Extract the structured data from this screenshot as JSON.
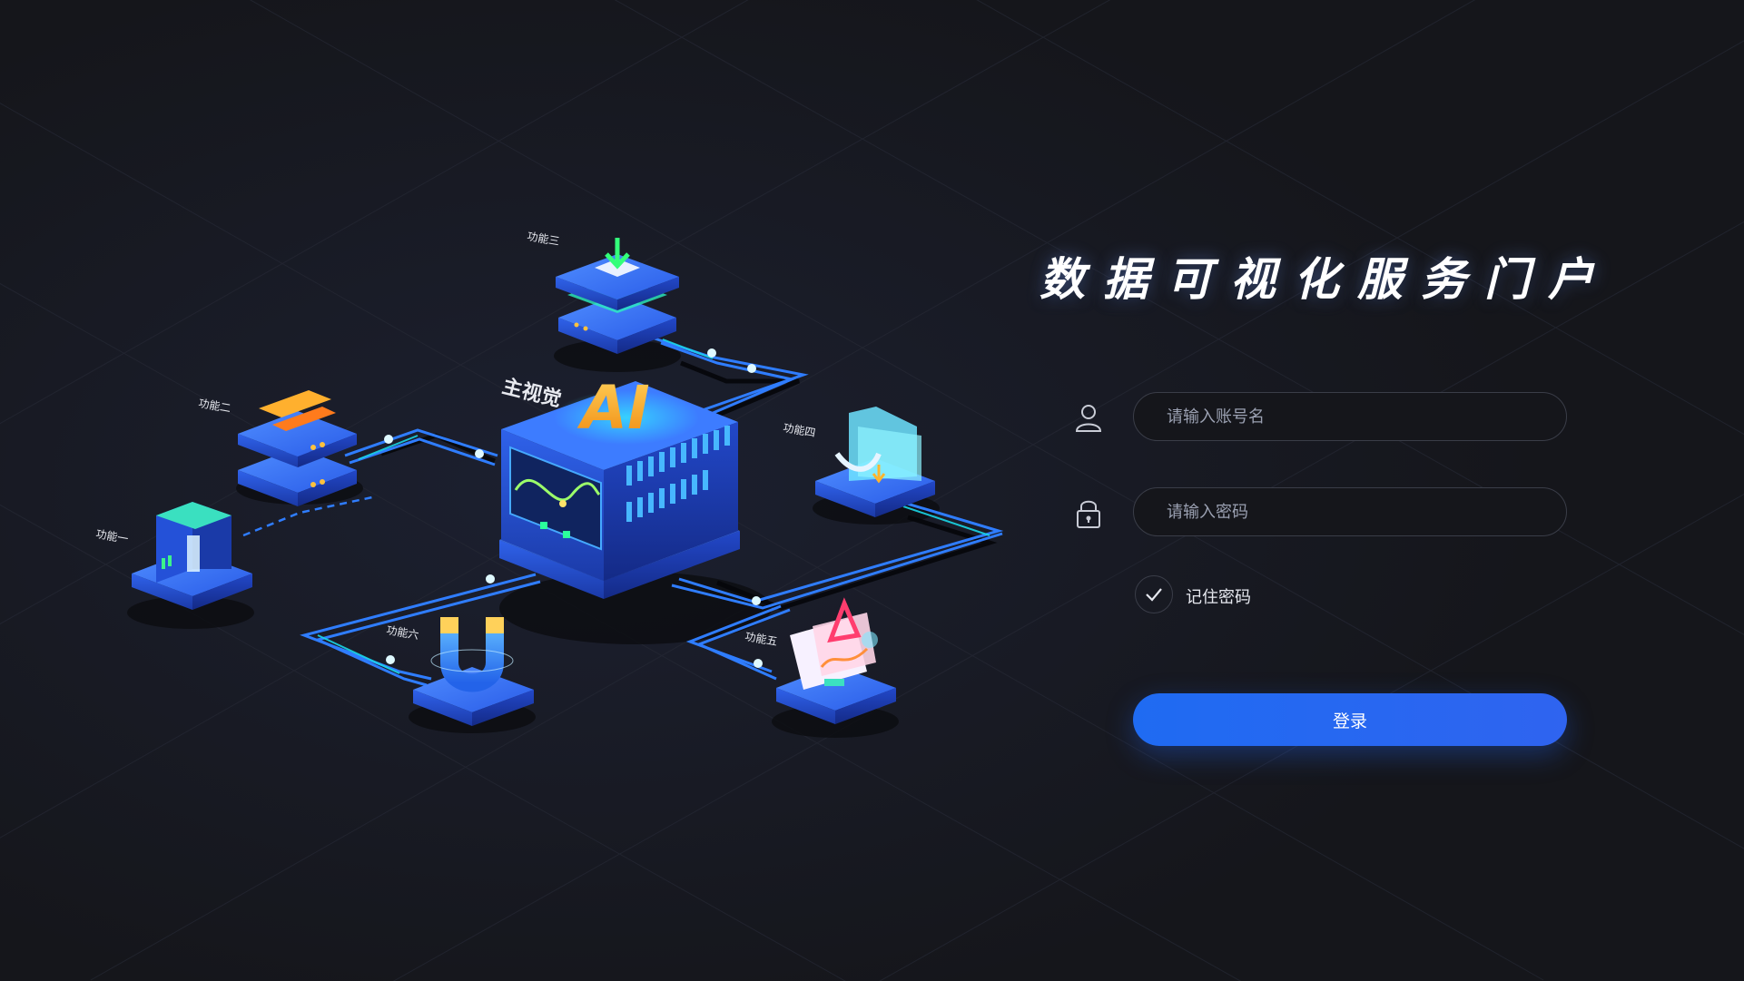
{
  "header": {
    "title": "数据可视化服务门户"
  },
  "illustration": {
    "main_label": "主视觉",
    "ai_text": "AI",
    "features": [
      "功能一",
      "功能二",
      "功能三",
      "功能四",
      "功能五",
      "功能六"
    ]
  },
  "login": {
    "username_placeholder": "请输入账号名",
    "password_placeholder": "请输入密码",
    "remember_label": "记住密码",
    "submit_label": "登录"
  },
  "colors": {
    "background": "#15161b",
    "accent": "#2366f0",
    "line": "#2f7dff",
    "cyan": "#19d6e6",
    "ai": "#f5a623"
  },
  "icons": {
    "user": "user-icon",
    "password": "lock-icon",
    "remember": "check-icon"
  }
}
